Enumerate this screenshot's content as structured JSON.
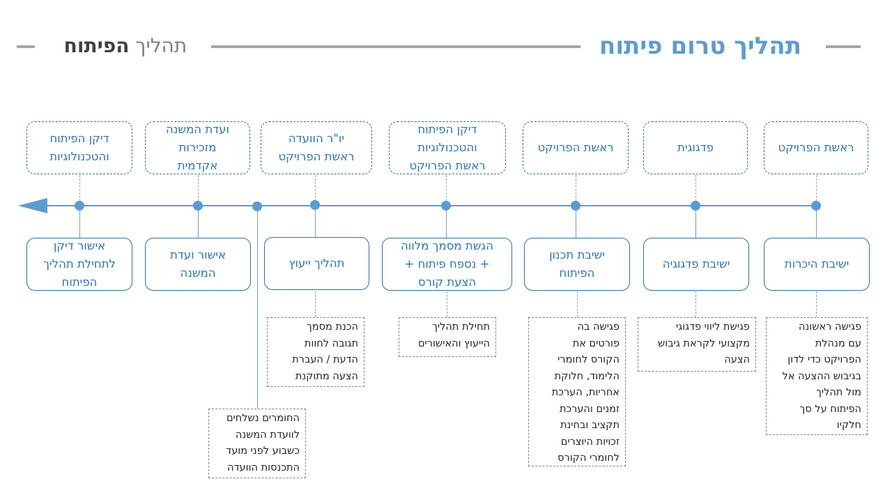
{
  "title_main": "תהליך טרום פיתוח",
  "title_secondary_prefix": "תהליך",
  "title_secondary_bold": "הפיתוח",
  "colors": {
    "accent": "#5b9bd5",
    "text_blue": "#2e74b5",
    "gray": "#a6a6a6"
  },
  "steps": [
    {
      "actor": "ראשת הפרויקט",
      "stage": "ישיבת היכרות",
      "note": "פגישה ראשונה\nעם מנהלת\nהפרויקט כדי לדון\nבגיבוש ההצעה אל\nמול תהליך\nהפיתוח על סך\nחלקיו"
    },
    {
      "actor": "פדגוגית",
      "stage": "ישיבת פדגוגיה",
      "note": "פגישת ליווי פדגוגי\nמקצועי לקראת גיבוש\nהצעה"
    },
    {
      "actor": "ראשת הפרויקט",
      "stage": "ישיבת תכנון\nהפיתוח",
      "note": "פגישה בה\nפורטים את\nהקורס לחומרי\nהלימוד, חלוקת\nאחריות, הערכת\nזמנים והערכת\nתקציב ובחינת\nזכויות היוצרים\nלחומרי הקורס"
    },
    {
      "actor": "דיקן הפיתוח\nוהטכנולוגיות\nראשת הפרויקט",
      "stage": "הגשת מסמך מלווה\n+ נספח פיתוח  +\nהצעת קורס",
      "note": "תחילת תהליך\nהייעוץ והאישורים"
    },
    {
      "actor": "יו\"ר הוועדה\nראשת הפרויקט",
      "stage": "תהליך ייעוץ",
      "note": "הכנת מסמך\nתגובה לחוות\nהדעת / העברת\nהצעה מתוקנת"
    },
    {
      "actor": "",
      "stage": "",
      "note": "החומרים נשלחים\nלוועדת המשנה\nכשבוע לפני מועד\nהתכנסות הוועדה"
    },
    {
      "actor": "ועדת המשנה\nמזכירות\nאקדמית",
      "stage": "אישור ועדת\nהמשנה",
      "note": ""
    },
    {
      "actor": "דיקן הפיתוח\nוהטכנולוגיות",
      "stage": "אישור דיקן\nלתחילת תהליך\nהפיתוח",
      "note": ""
    }
  ]
}
